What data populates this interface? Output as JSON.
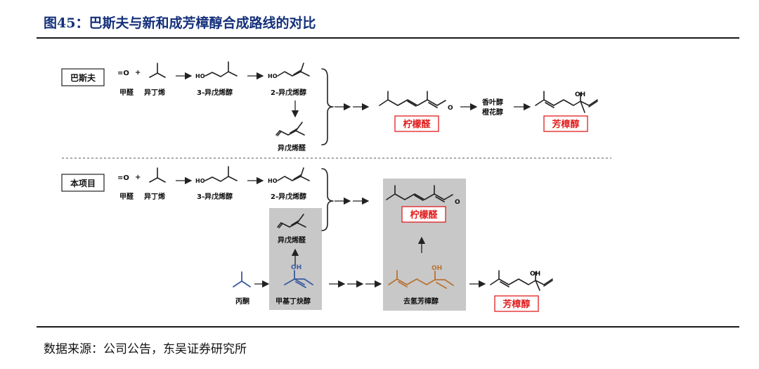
{
  "title": "图45：巴斯夫与新和成芳樟醇合成路线的对比",
  "source": "数据来源：公司公告，东吴证券研究所",
  "basf": {
    "label": "巴斯夫",
    "formaldehyde_formula": "=O",
    "plus": "+",
    "formaldehyde": "甲醛",
    "isobutene": "异丁烯",
    "isopentenol3": "3-异戊烯醇",
    "isopentenol2": "2-异戊烯醇",
    "isopentenal": "异戊烯醛",
    "citral": "柠檬醛",
    "intermediate1": "香叶醇",
    "intermediate2": "橙花醇",
    "linalool": "芳樟醇",
    "oh1": "HO",
    "oh2": "HO",
    "oh_linalool": "OH"
  },
  "nhu": {
    "label": "本项目",
    "formaldehyde_formula": "=O",
    "plus": "+",
    "formaldehyde": "甲醛",
    "isobutene": "异丁烯",
    "isopentenol3": "3-异戊烯醇",
    "isopentenol2": "2-异戊烯醇",
    "isopentenal": "异戊烯醛",
    "citral": "柠檬醛",
    "acetone": "丙酮",
    "methylbutynol": "甲基丁炔醇",
    "dehydrolinalool": "去氢芳樟醇",
    "linalool": "芳樟醇",
    "oh1": "HO",
    "oh2": "HO",
    "oh_mbe": "OH",
    "oh_dlin": "OH",
    "oh_linalool": "OH"
  },
  "colors": {
    "title": "#14307a",
    "red_label": "#e21d1d",
    "blue_mol": "#3a5aa0",
    "orange_mol": "#b87333",
    "gray_box": "#c8c8c8"
  }
}
